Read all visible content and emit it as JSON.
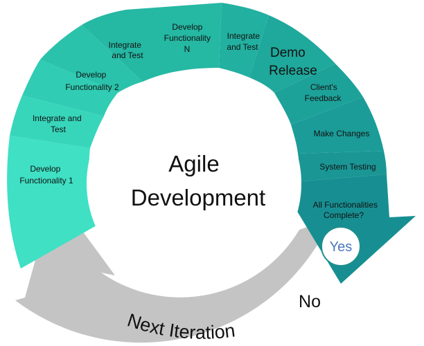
{
  "center": {
    "line1": "Agile",
    "line2": "Development"
  },
  "segments": [
    {
      "id": "develop-functionality-1",
      "lines": [
        "Develop",
        "Functionality 1"
      ],
      "color": "#3fe0c4"
    },
    {
      "id": "integrate-and-test-1",
      "lines": [
        "Integrate and",
        "Test"
      ],
      "color": "#37d6bb"
    },
    {
      "id": "develop-functionality-2",
      "lines": [
        "Develop",
        "Functionality 2"
      ],
      "color": "#30ccb3"
    },
    {
      "id": "integrate-and-test-2",
      "lines": [
        "Integrate",
        "and Test"
      ],
      "color": "#2ac2ab"
    },
    {
      "id": "develop-functionality-n",
      "lines": [
        "Develop",
        "Functionality",
        "N"
      ],
      "color": "#25b8a3"
    },
    {
      "id": "integrate-and-test-3",
      "lines": [
        "Integrate",
        "and Test"
      ],
      "color": "#22b0a0"
    },
    {
      "id": "demo-release",
      "lines": [
        "Demo",
        "Release"
      ],
      "color": "#1fa89c"
    },
    {
      "id": "clients-feedback",
      "lines": [
        "Client's",
        "Feedback"
      ],
      "color": "#1da29a"
    },
    {
      "id": "make-changes",
      "lines": [
        "Make Changes"
      ],
      "color": "#1b9c98"
    },
    {
      "id": "system-testing",
      "lines": [
        "System Testing"
      ],
      "color": "#1a9695"
    },
    {
      "id": "all-functionalities-complete",
      "lines": [
        "All Functionalities",
        "Complete?"
      ],
      "color": "#178f92"
    }
  ],
  "decision": {
    "yes_label": "Yes",
    "no_label": "No"
  },
  "loop": {
    "label": "Next Iteration",
    "color": "#c4c4c4"
  }
}
